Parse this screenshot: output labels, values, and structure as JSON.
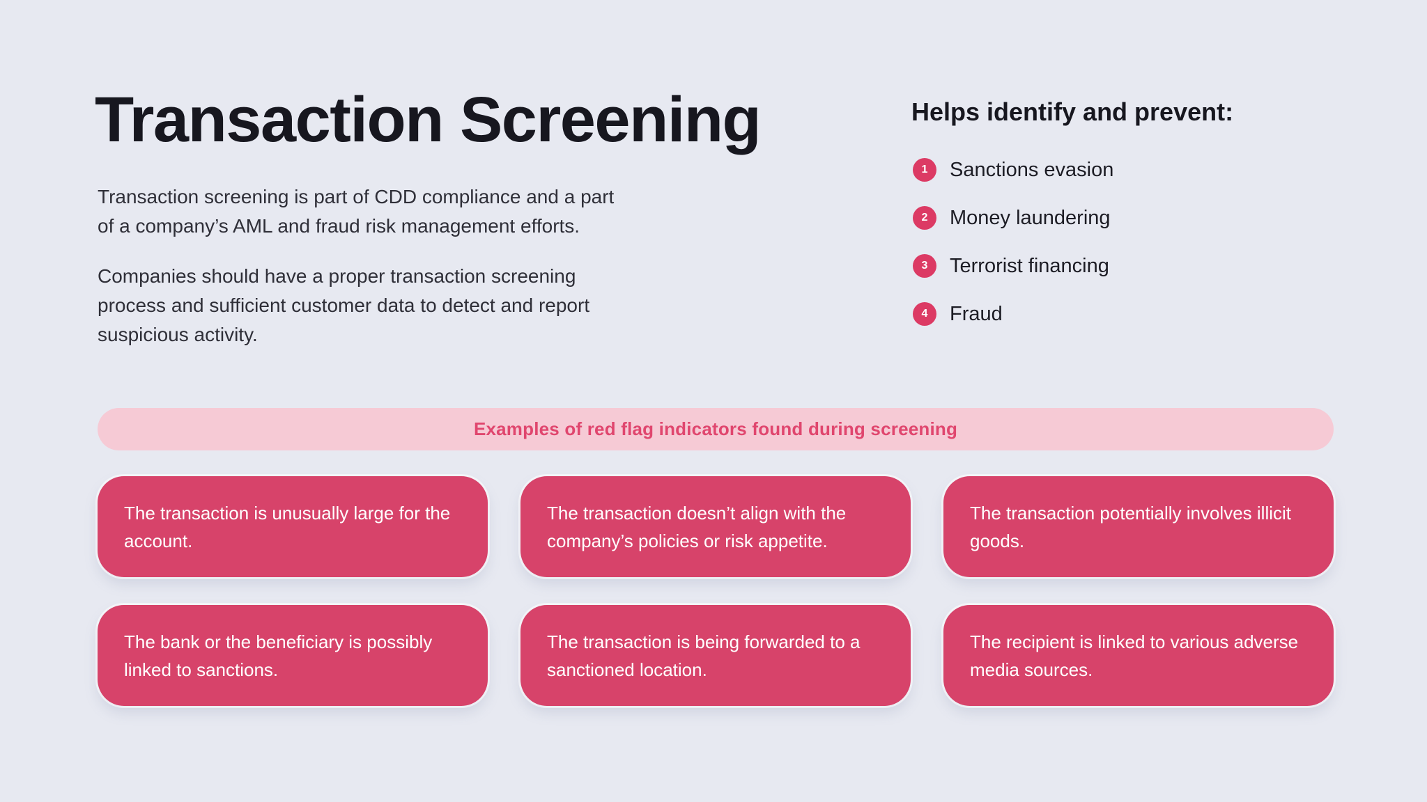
{
  "colors": {
    "background": "#e7e9f1",
    "card_accent": "#d7436a",
    "badge_accent": "#dc3a64",
    "banner_background": "#f6cad5",
    "banner_text": "#e0466e",
    "title_text": "#17171f",
    "body_text": "#2f2f38",
    "card_text": "#ffffff"
  },
  "header": {
    "title": "Transaction Screening",
    "intro": [
      "Transaction screening is part of CDD compliance and a part\nof a company’s AML and fraud risk management efforts.",
      "Companies should have a proper transaction screening\nprocess and sufficient customer data to detect and report\nsuspicious activity."
    ]
  },
  "prevent": {
    "heading": "Helps identify and prevent:",
    "items": [
      {
        "number": "1",
        "label": "Sanctions evasion"
      },
      {
        "number": "2",
        "label": "Money laundering"
      },
      {
        "number": "3",
        "label": "Terrorist financing"
      },
      {
        "number": "4",
        "label": "Fraud"
      }
    ]
  },
  "banner": {
    "text": "Examples of red flag indicators found during screening"
  },
  "red_flag_cards": [
    {
      "text": "The transaction is unusually large for the\naccount."
    },
    {
      "text": "The transaction doesn’t align with the\ncompany’s policies or risk appetite."
    },
    {
      "text": "The transaction potentially involves illicit\ngoods."
    },
    {
      "text": "The bank or the beneficiary is possibly\nlinked to sanctions."
    },
    {
      "text": "The transaction is being forwarded to a\nsanctioned location."
    },
    {
      "text": "The recipient is linked to various adverse\nmedia sources."
    }
  ]
}
